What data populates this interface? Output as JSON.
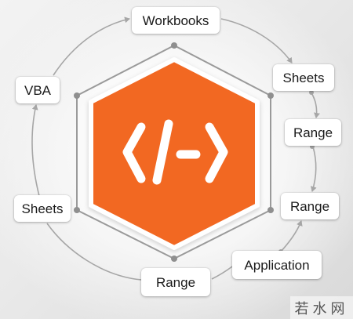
{
  "diagram": {
    "center_icon": "code-brackets-icon",
    "nodes": {
      "workbooks": "Workbooks",
      "sheets_right": "Sheets",
      "range_right_1": "Range",
      "range_right_2": "Range",
      "application": "Application",
      "range_bottom": "Range",
      "sheets_left": "Sheets",
      "vba": "VBA"
    }
  },
  "watermark": {
    "text": "若水网"
  },
  "colors": {
    "accent": "#f26722",
    "hexagon_outline": "#9a9a9a",
    "connector": "#a6a6a6",
    "icon": "#ffffff"
  }
}
